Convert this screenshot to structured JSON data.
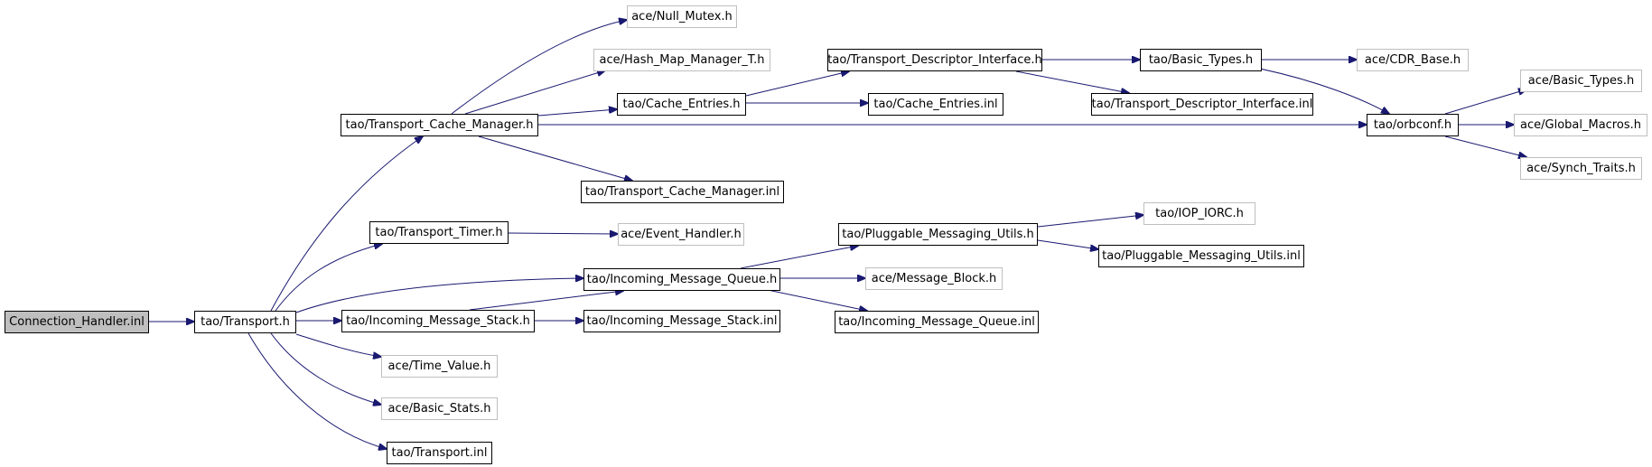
{
  "nodes": {
    "connection_handler_inl": "Connection_Handler.inl",
    "transport_h": "tao/Transport.h",
    "transport_cache_manager_h": "tao/Transport_Cache_Manager.h",
    "transport_timer_h": "tao/Transport_Timer.h",
    "incoming_message_queue_h": "tao/Incoming_Message_Queue.h",
    "incoming_message_stack_h": "tao/Incoming_Message_Stack.h",
    "time_value_h": "ace/Time_Value.h",
    "basic_stats_h": "ace/Basic_Stats.h",
    "transport_inl": "tao/Transport.inl",
    "null_mutex_h": "ace/Null_Mutex.h",
    "hash_map_manager_t_h": "ace/Hash_Map_Manager_T.h",
    "cache_entries_h": "tao/Cache_Entries.h",
    "transport_cache_manager_inl": "tao/Transport_Cache_Manager.inl",
    "transport_descriptor_interface_h": "tao/Transport_Descriptor_Interface.h",
    "cache_entries_inl": "tao/Cache_Entries.inl",
    "tao_basic_types_h": "tao/Basic_Types.h",
    "transport_descriptor_interface_inl": "tao/Transport_Descriptor_Interface.inl",
    "cdr_base_h": "ace/CDR_Base.h",
    "orbconf_h": "tao/orbconf.h",
    "ace_basic_types_h": "ace/Basic_Types.h",
    "global_macros_h": "ace/Global_Macros.h",
    "synch_traits_h": "ace/Synch_Traits.h",
    "event_handler_h": "ace/Event_Handler.h",
    "pluggable_messaging_utils_h": "tao/Pluggable_Messaging_Utils.h",
    "message_block_h": "ace/Message_Block.h",
    "incoming_message_queue_inl": "tao/Incoming_Message_Queue.inl",
    "iop_iorc_h": "tao/IOP_IORC.h",
    "pluggable_messaging_utils_inl": "tao/Pluggable_Messaging_Utils.inl",
    "incoming_message_stack_inl": "tao/Incoming_Message_Stack.inl"
  },
  "colors": {
    "edge": "#191970",
    "root_fill": "#bfbfbf",
    "node_border": "#000000",
    "external_border": "#bfbfbf"
  }
}
